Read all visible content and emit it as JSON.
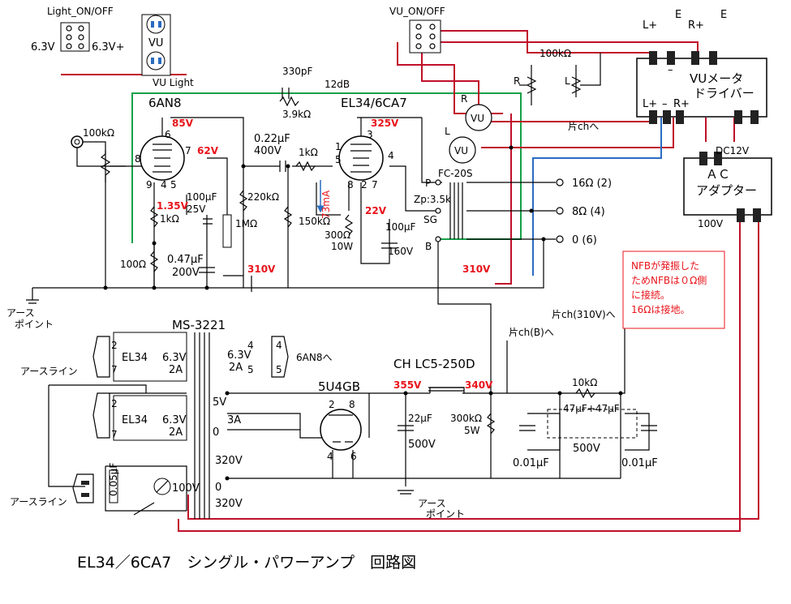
{
  "title": "EL34／6CA7　シングル・パワーアンプ　回路図",
  "colors": {
    "red_wire": "#c0102a",
    "green_wire": "#18a04a",
    "blue_wire": "#2a6bc0",
    "red_text": "#e8141b",
    "line": "#000000"
  },
  "switches": {
    "light_on_off": "Light_ON/OFF",
    "light_left": "6.3V",
    "light_right": "6.3V+",
    "vu_on_off": "VU_ON/OFF"
  },
  "vu": {
    "vu_lamp_box": "VU",
    "vu_light": "VU Light",
    "meter_r": "VU",
    "meter_l": "VU",
    "r_label": "R",
    "l_label": "L",
    "pot": "100kΩ",
    "pot_r": "R",
    "pot_l": "L",
    "other_ch": "片chへ"
  },
  "vu_driver": {
    "name_line1": "VUメータ",
    "name_line2": "ドライバー",
    "l_plus": "L+",
    "r_plus": "R+",
    "e1": "E",
    "e2": "E",
    "minus_top": "–",
    "bottom_lplus": "L+",
    "bottom_minus": "–",
    "bottom_rplus": "R+"
  },
  "ac_adapter": {
    "line1": "ＡＣ",
    "line2": "アダプター",
    "input": "100V",
    "output": "DC12V"
  },
  "input": {
    "volume": "100kΩ"
  },
  "stage1": {
    "tube": "6AN8",
    "plate_v": "85V",
    "pin6": "6",
    "pin8": "8",
    "pin7": "7",
    "pin9": "9",
    "pin4": "4",
    "pin5": "5",
    "grid2_v": "62V",
    "cathode_v": "1.35V",
    "rk": "1kΩ",
    "ck": "100μF",
    "ck_v": "25V",
    "r_gnd": "100Ω",
    "c_gnd": "0.47μF",
    "c_gnd_v": "200V",
    "rg": "1MΩ",
    "rp": "220kΩ",
    "b_v": "310V"
  },
  "nfb": {
    "cap": "330pF",
    "gain": "12dB",
    "res": "3.9kΩ"
  },
  "coupling": {
    "cap": "0.22μF",
    "cap_v": "400V",
    "grid_r": "1kΩ",
    "grid_leak": "150kΩ"
  },
  "stage2": {
    "tube": "EL34/6CA7",
    "plate_v": "325V",
    "pin1": "1",
    "pin3": "3",
    "pin4": "4",
    "pin5": "5",
    "pin8": "8",
    "pin2": "2",
    "pin7": "7",
    "current": "73mA",
    "cathode_v": "22V",
    "rk": "300Ω",
    "rk_w": "10W",
    "ck": "100μF",
    "ck_v": "160V",
    "b_v": "310V"
  },
  "output_transformer": {
    "name": "FC-20S",
    "zp": "Zp:3.5k",
    "p": "P",
    "sg": "SG",
    "b": "B",
    "tap16": "16Ω (2)",
    "tap8": "8Ω (4)",
    "tap0": "0 (6)"
  },
  "note": {
    "line1": "NFBが発振した",
    "line2": "ためNFBは０Ω側",
    "line3": "に接続。",
    "line4": "16Ωは接地。"
  },
  "ground": {
    "earth_point": "アース\nポイント",
    "earth_line1": "アースライン",
    "earth_line2": "アースライン",
    "earth_point2": "アース\nポイント"
  },
  "power_transformer": {
    "name": "MS-3221",
    "el34_a": "EL34",
    "el34_a_v": "6.3V",
    "el34_a_i": "2A",
    "el34_a_p1": "2",
    "el34_a_p2": "7",
    "el34_b": "EL34",
    "el34_b_v": "6.3V",
    "el34_b_i": "2A",
    "el34_b_p1": "2",
    "el34_b_p2": "7",
    "sec_63": "6.3V",
    "sec_2a": "2A",
    "sec_p4": "4",
    "sec_p5": "5",
    "ext_p4": "4",
    "ext_p5": "5",
    "to_6an8": "6AN8へ",
    "v5": "5V",
    "a3": "3A",
    "zero1": "0",
    "v320a": "320V",
    "zero2": "0",
    "v320b": "320V",
    "primary": "100V",
    "fuse": "0.05μF"
  },
  "rectifier": {
    "tube": "5U4GB",
    "p2": "2",
    "p8": "8",
    "p4": "4",
    "p6": "6"
  },
  "filter": {
    "choke": "CH LC5-250D",
    "v_in": "355V",
    "v_out": "340V",
    "c1": "22μF",
    "c1_v": "500V",
    "bleed": "300kΩ",
    "bleed_w": "5W",
    "r_drop": "10kΩ",
    "c2": "47μF+47μF",
    "c2_v": "500V",
    "c_bypass_l": "0.01μF",
    "c_bypass_r": "0.01μF",
    "to_other_b": "片ch(B)へ",
    "to_other_310": "片ch(310V)へ"
  }
}
